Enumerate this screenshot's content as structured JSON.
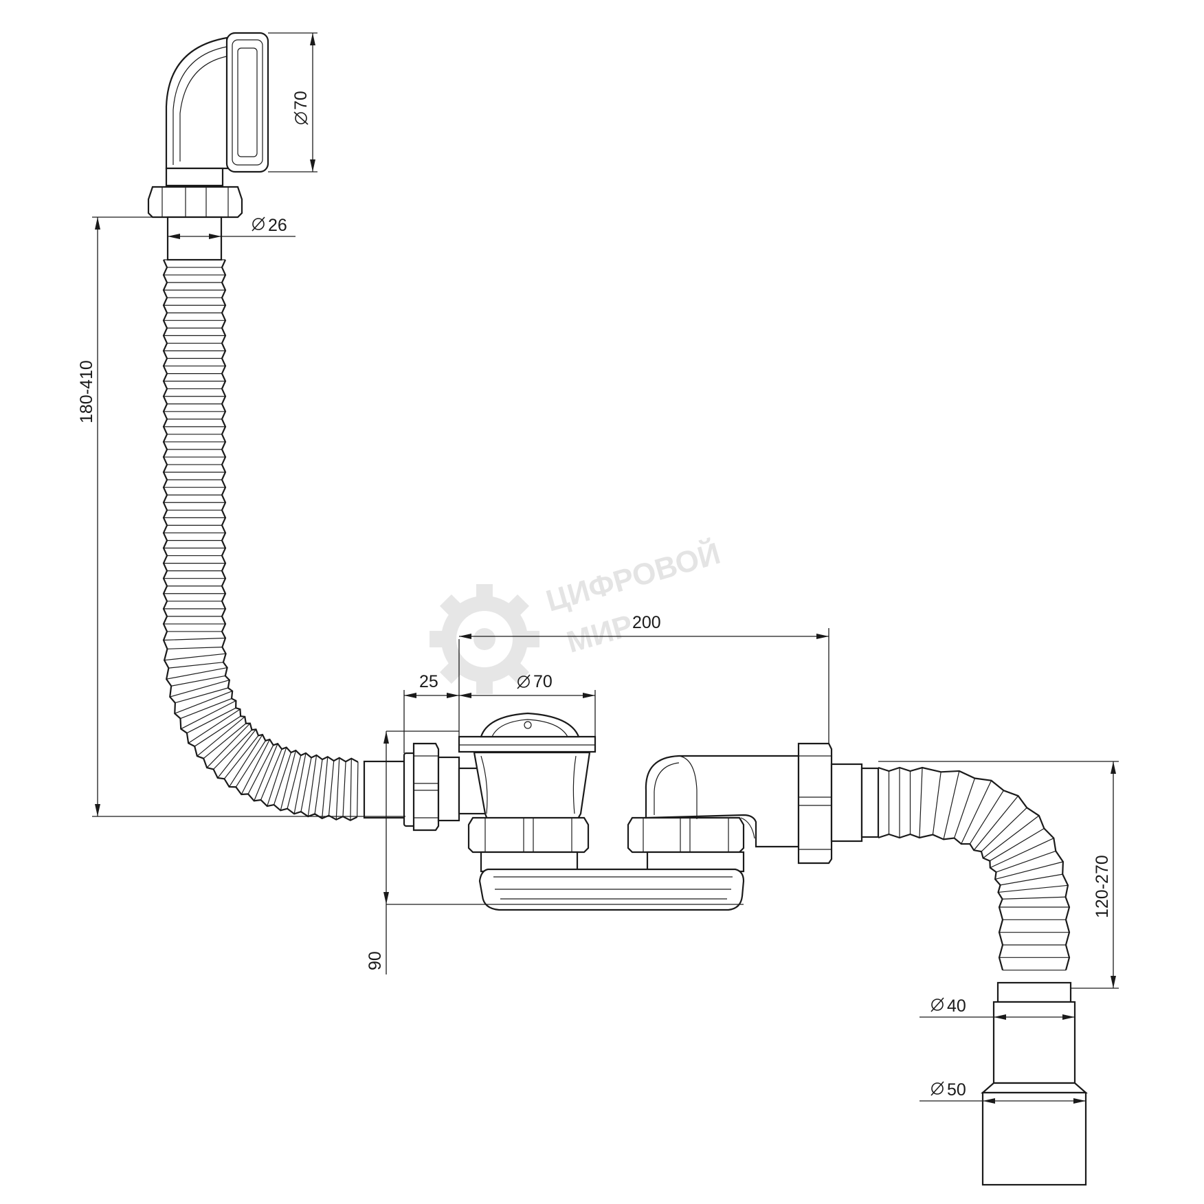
{
  "watermark": {
    "line1": "ЦИФРОВОЙ",
    "line2": "МИР",
    "icon": "gear-logo-icon"
  },
  "dimensions": {
    "overflow_diameter": "70",
    "overflow_pipe_diameter": "26",
    "overflow_hose_length": "180-410",
    "outlet_offset": "25",
    "drain_diameter": "70",
    "drain_to_tee": "200",
    "drain_height": "90",
    "outlet_hose_length": "120-270",
    "outlet_diameter_small": "40",
    "outlet_diameter_large": "50"
  },
  "symbols": {
    "diameter": "diameter-symbol-icon"
  }
}
